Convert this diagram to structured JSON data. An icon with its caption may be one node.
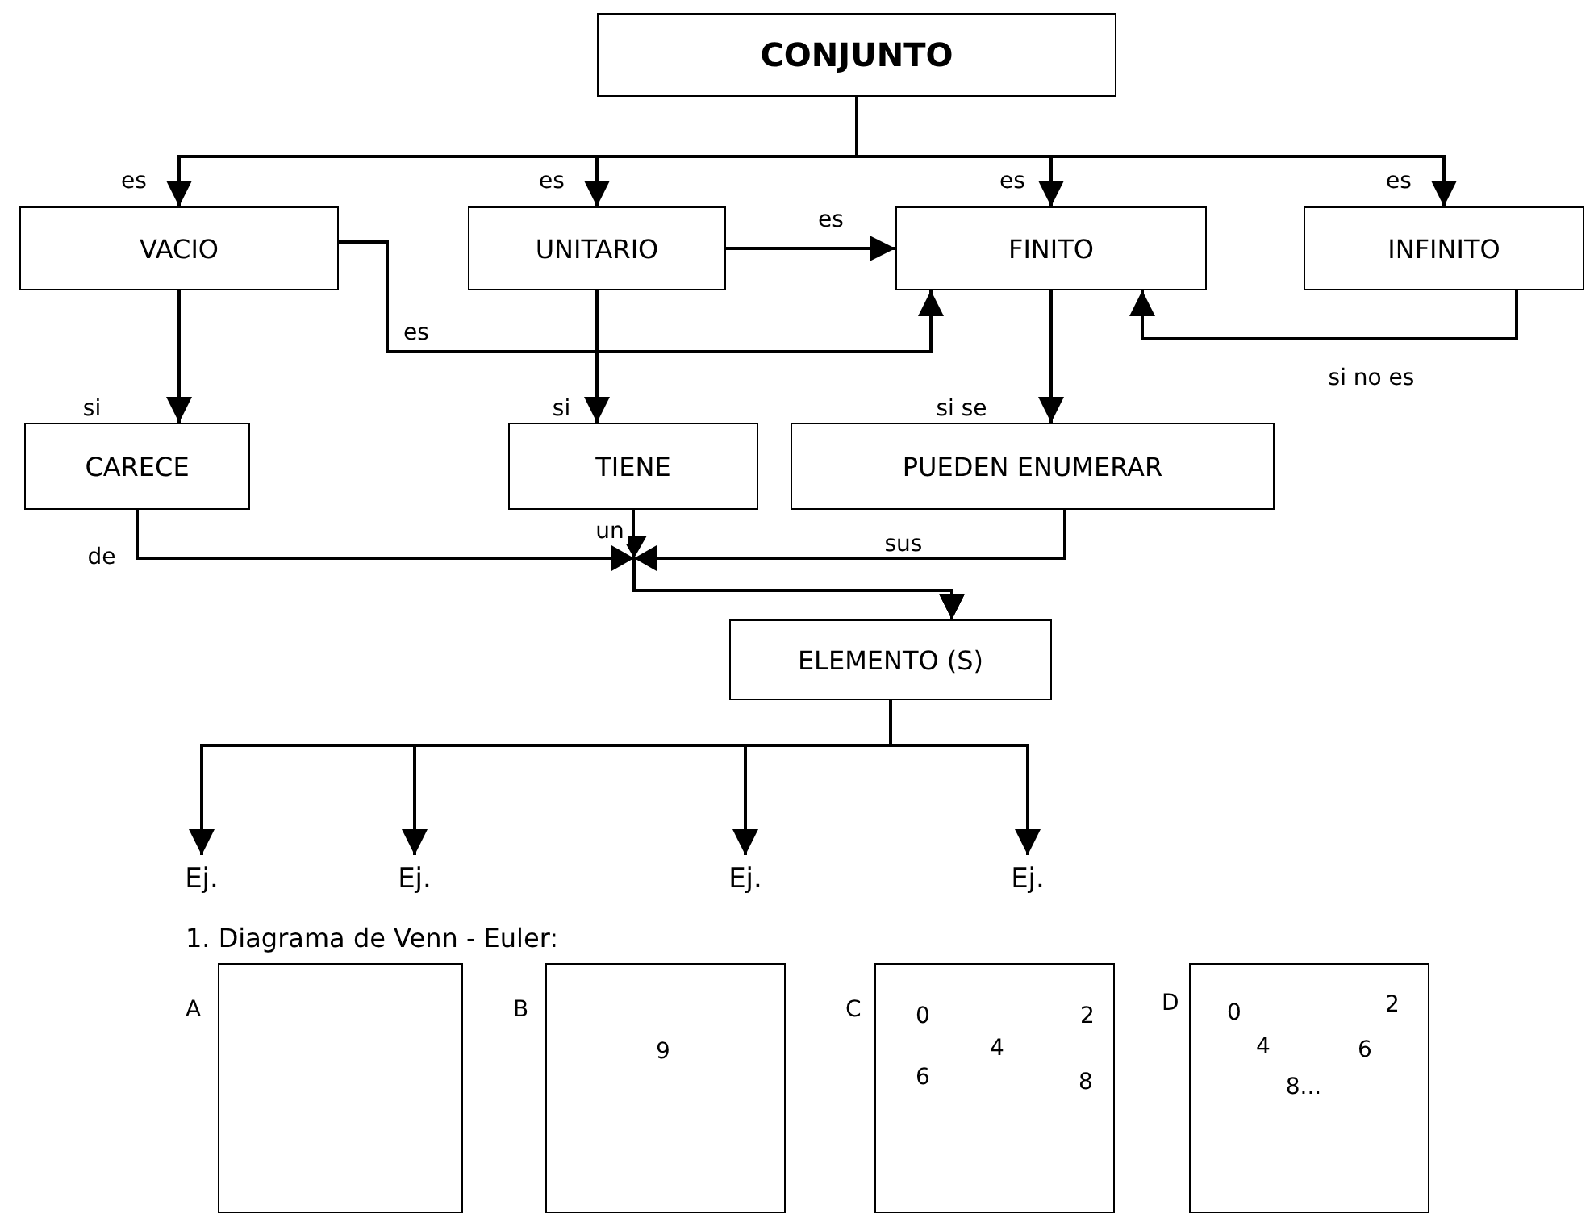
{
  "diagram": {
    "nodes": [
      {
        "text": [
          "CONJUNTO"
        ]
      },
      {
        "text": [
          "VACIO"
        ]
      },
      {
        "text": [
          "UNITARIO"
        ]
      },
      {
        "text": [
          "FINITO"
        ]
      },
      {
        "text": [
          "INFINITO"
        ]
      },
      {
        "text": [
          "CARECE"
        ]
      },
      {
        "text": [
          "TIENE"
        ]
      },
      {
        "text": [
          "PUEDEN ENUMERAR"
        ]
      },
      {
        "text": [
          "ELEMENTO (S)"
        ]
      },
      {
        "text": [
          "Ej."
        ]
      },
      {
        "text": [
          "Ej."
        ]
      },
      {
        "text": [
          "Ej."
        ]
      },
      {
        "text": [
          "Ej."
        ]
      },
      {
        "text": [],
        "shape": "box",
        "beside": [
          "A"
        ]
      },
      {
        "text": [
          "9"
        ],
        "beside": [
          "B"
        ]
      },
      {
        "text": [
          "0",
          "2",
          "4",
          "6",
          "8"
        ],
        "beside": [
          "C"
        ]
      },
      {
        "text": [
          "0",
          "2",
          "4",
          "6",
          "8..."
        ],
        "beside": [
          "D"
        ]
      }
    ],
    "edges": [
      {
        "from": 0,
        "to": 1,
        "arrow": "to",
        "label": "es"
      },
      {
        "from": 0,
        "to": 2,
        "arrow": "to",
        "label": "es"
      },
      {
        "from": 0,
        "to": 3,
        "arrow": "to",
        "label": "es"
      },
      {
        "from": 0,
        "to": 4,
        "arrow": "to",
        "label": "es"
      },
      {
        "from": 2,
        "to": 3,
        "arrow": "to",
        "label": "es"
      },
      {
        "from": 1,
        "to": 3,
        "arrow": "to",
        "label": "es"
      },
      {
        "from": 4,
        "to": 3,
        "arrow": "to",
        "label": "si no es"
      },
      {
        "from": 1,
        "to": 5,
        "arrow": "to",
        "label": "si"
      },
      {
        "from": 2,
        "to": 6,
        "arrow": "to",
        "label": "si"
      },
      {
        "from": 3,
        "to": 7,
        "arrow": "to",
        "label": "si se"
      },
      {
        "from": 5,
        "to": 8,
        "arrow": "to",
        "label": "de"
      },
      {
        "from": 6,
        "to": 8,
        "arrow": "to",
        "label": "un"
      },
      {
        "from": 7,
        "to": 8,
        "arrow": "to",
        "label": "sus"
      },
      {
        "from": 8,
        "to": 9,
        "arrow": "to"
      },
      {
        "from": 8,
        "to": 10,
        "arrow": "to"
      },
      {
        "from": 8,
        "to": 11,
        "arrow": "to"
      },
      {
        "from": 8,
        "to": 12,
        "arrow": "to"
      }
    ],
    "labels": [
      "1. Diagrama de Venn - Euler:"
    ]
  }
}
